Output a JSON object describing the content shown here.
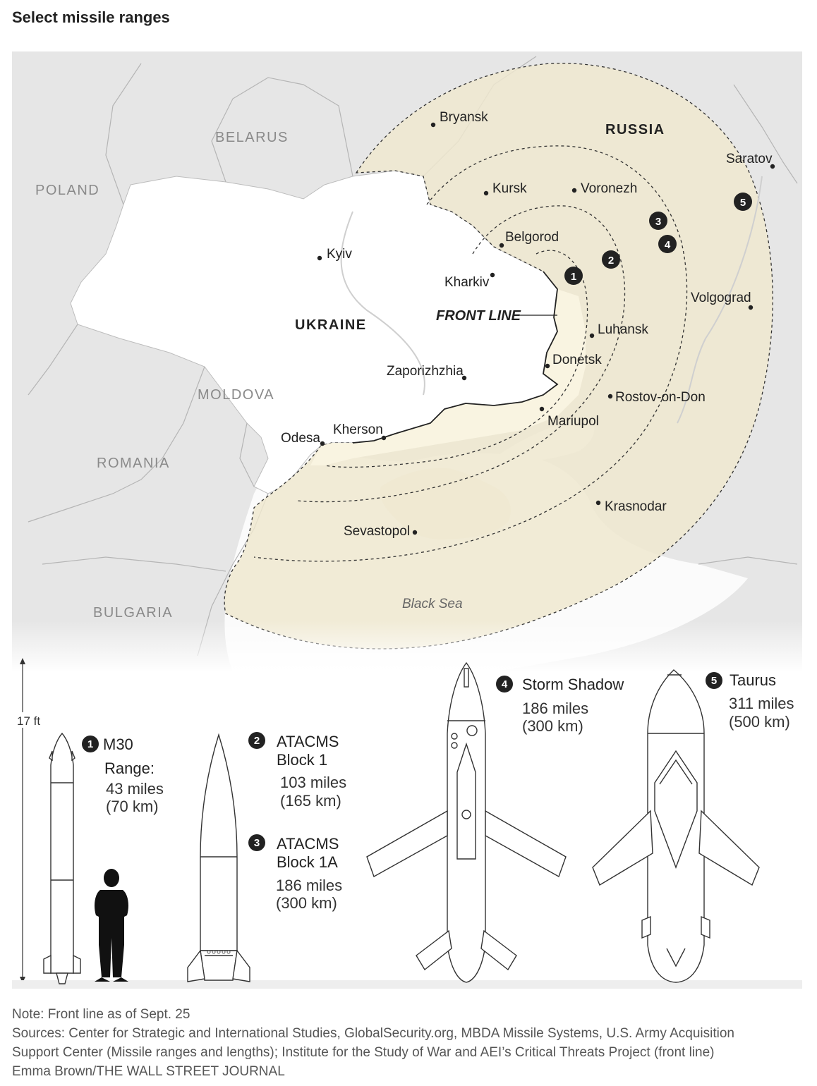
{
  "title": "Select missile ranges",
  "map": {
    "countries": {
      "belarus": "BELARUS",
      "poland": "POLAND",
      "ukraine": "UKRAINE",
      "russia": "RUSSIA",
      "moldova": "MOLDOVA",
      "romania": "ROMANIA",
      "bulgaria": "BULGARIA"
    },
    "sea": "Black Sea",
    "front_line_label": "FRONT LINE",
    "cities": {
      "bryansk": "Bryansk",
      "kursk": "Kursk",
      "voronezh": "Voronezh",
      "saratov": "Saratov",
      "belgorod": "Belgorod",
      "kyiv": "Kyiv",
      "kharkiv": "Kharkiv",
      "volgograd": "Volgograd",
      "luhansk": "Luhansk",
      "donetsk": "Donetsk",
      "zaporizhzhia": "Zaporizhzhia",
      "rostov": "Rostov-on-Don",
      "mariupol": "Mariupol",
      "kherson": "Kherson",
      "odesa": "Odesa",
      "krasnodar": "Krasnodar",
      "sevastopol": "Sevastopol"
    },
    "range_badges": [
      "1",
      "2",
      "3",
      "4",
      "5"
    ],
    "range_fill": "#efe8cf",
    "range_fill_light": "#faf5e2"
  },
  "scale": {
    "label": "17 ft"
  },
  "missiles": {
    "m30": {
      "num": "1",
      "name": "M30",
      "range_label": "Range:",
      "miles": "43 miles",
      "km": "(70 km)"
    },
    "atacms1": {
      "num": "2",
      "name1": "ATACMS",
      "name2": "Block 1",
      "miles": "103 miles",
      "km": "(165 km)"
    },
    "atacms1a": {
      "num": "3",
      "name1": "ATACMS",
      "name2": "Block 1A",
      "miles": "186 miles",
      "km": "(300 km)"
    },
    "storm": {
      "num": "4",
      "name": "Storm Shadow",
      "miles": "186 miles",
      "km": "(300 km)"
    },
    "taurus": {
      "num": "5",
      "name": "Taurus",
      "miles": "311 miles",
      "km": "(500 km)"
    }
  },
  "footer": {
    "note": "Note: Front line as of Sept. 25",
    "sources1": "Sources: Center for Strategic and International Studies, GlobalSecurity.org, MBDA Missile Systems, U.S. Army Acquisition",
    "sources2": "Support Center (Missile ranges and lengths); Institute for the Study of War and AEI’s Critical Threats Project (front line)",
    "credit": "Emma Brown/THE WALL STREET JOURNAL"
  }
}
